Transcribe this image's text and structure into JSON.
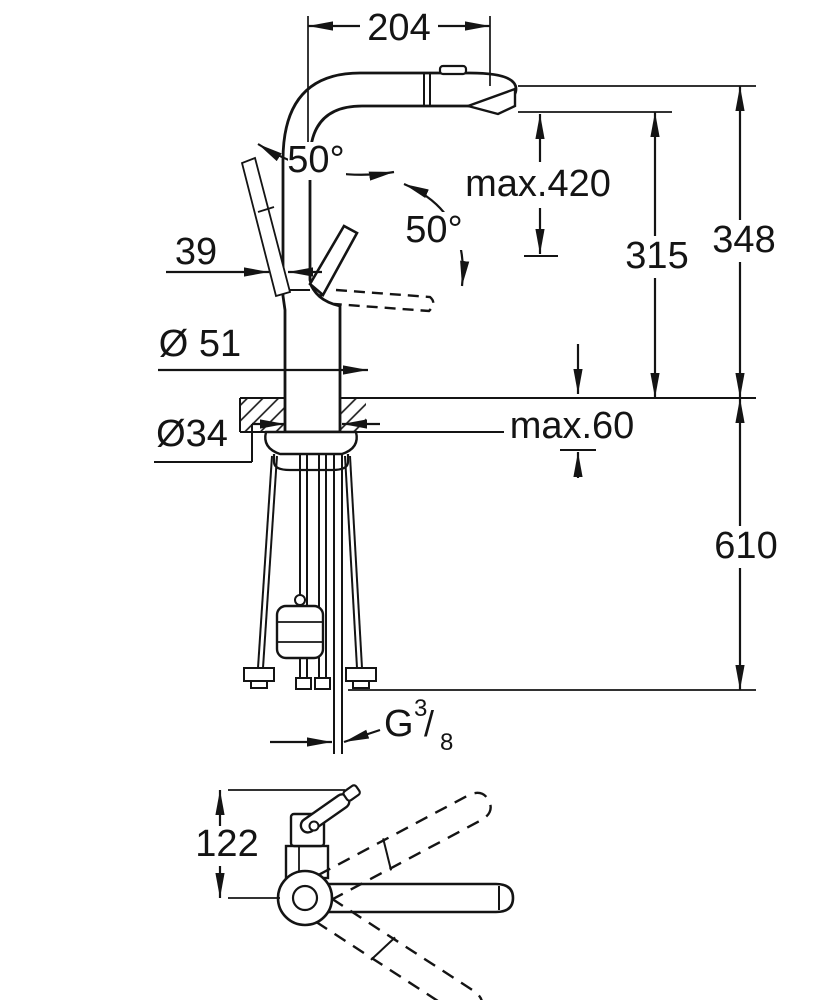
{
  "front_view": {
    "spout_reach": "204",
    "swivel_angle_upper": "50°",
    "swivel_angle_lower": "50°",
    "lever_diameter": "39",
    "max_hose_extension": "max.420",
    "outlet_height": "315",
    "total_height": "348",
    "body_diameter": "Ø 51",
    "hole_diameter": "Ø34",
    "max_counter_thickness": "max.60",
    "under_counter_length": "610",
    "thread": {
      "letter": "G",
      "numerator": "3",
      "slash": "/",
      "denominator": "8"
    }
  },
  "top_view": {
    "handle_height": "122"
  }
}
